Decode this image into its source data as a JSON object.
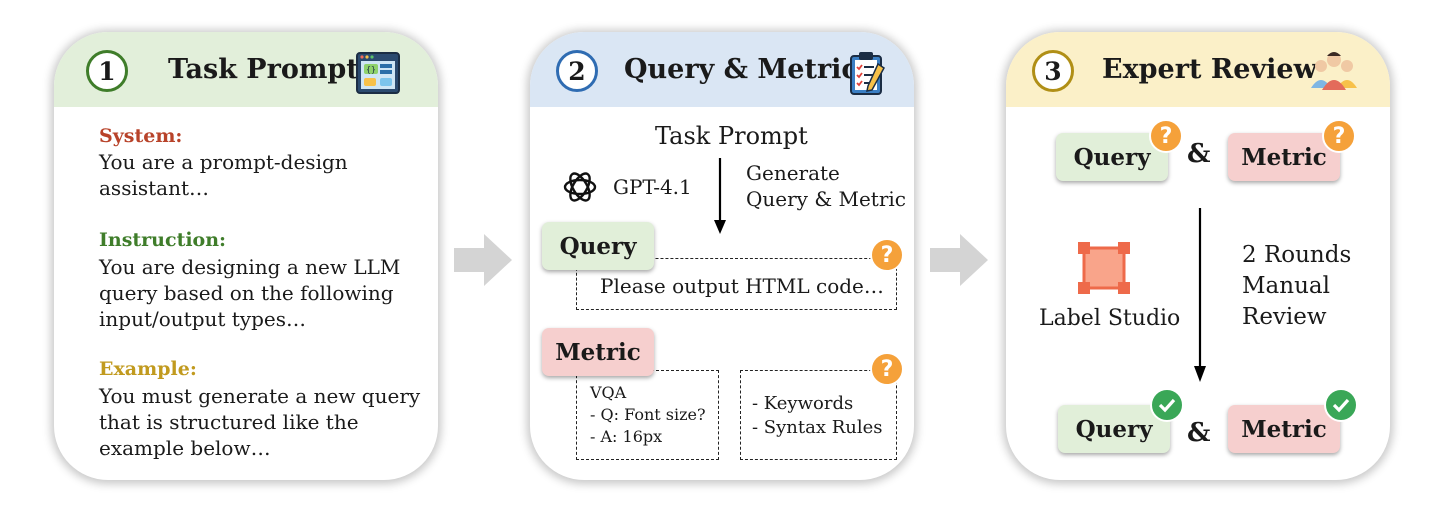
{
  "panels": [
    {
      "number": "1",
      "title": "Task Prompt",
      "header_color": "#e2efda",
      "circle_color": "#3f7d2a"
    },
    {
      "number": "2",
      "title": "Query & Metric",
      "header_color": "#dae6f4",
      "circle_color": "#2f6cb2"
    },
    {
      "number": "3",
      "title": "Expert Review",
      "header_color": "#fbf0c8",
      "circle_color": "#b08f16"
    }
  ],
  "task_prompt": {
    "system_label": "System:",
    "system_line1": "You are a prompt-design",
    "system_line2": "assistant…",
    "instruction_label": "Instruction:",
    "instruction_line1": "You are designing a new LLM",
    "instruction_line2": "query based on the following",
    "instruction_line3": "input/output types…",
    "example_label": "Example:",
    "example_line1": "You must generate a new query",
    "example_line2": "that is structured like the",
    "example_line3": "example below…",
    "colors": {
      "system": "#b8432a",
      "instruction": "#3f7d2a",
      "example": "#c19a1e"
    }
  },
  "query_metric": {
    "task_prompt_label": "Task Prompt",
    "model_label": "GPT-4.1",
    "generate_line1": "Generate",
    "generate_line2": "Query & Metric",
    "query_tag": "Query",
    "query_text": "Please output HTML code…",
    "metric_tag": "Metric",
    "vqa_line1": "VQA",
    "vqa_line2": "- Q: Font size?",
    "vqa_line3": "- A: 16px",
    "rules_line1": "- Keywords",
    "rules_line2": "- Syntax Rules",
    "question_mark": "?"
  },
  "expert_review": {
    "query_tag": "Query",
    "metric_tag": "Metric",
    "ampersand": "&",
    "tool_label": "Label Studio",
    "review_line1": "2 Rounds",
    "review_line2": "Manual",
    "review_line3": "Review",
    "question_mark": "?"
  },
  "icons": [
    "code-window-icon",
    "clipboard-checklist-icon",
    "team-icon",
    "openai-logo-icon",
    "label-studio-icon",
    "question-badge-icon",
    "checkmark-badge-icon",
    "flow-arrow-icon"
  ]
}
